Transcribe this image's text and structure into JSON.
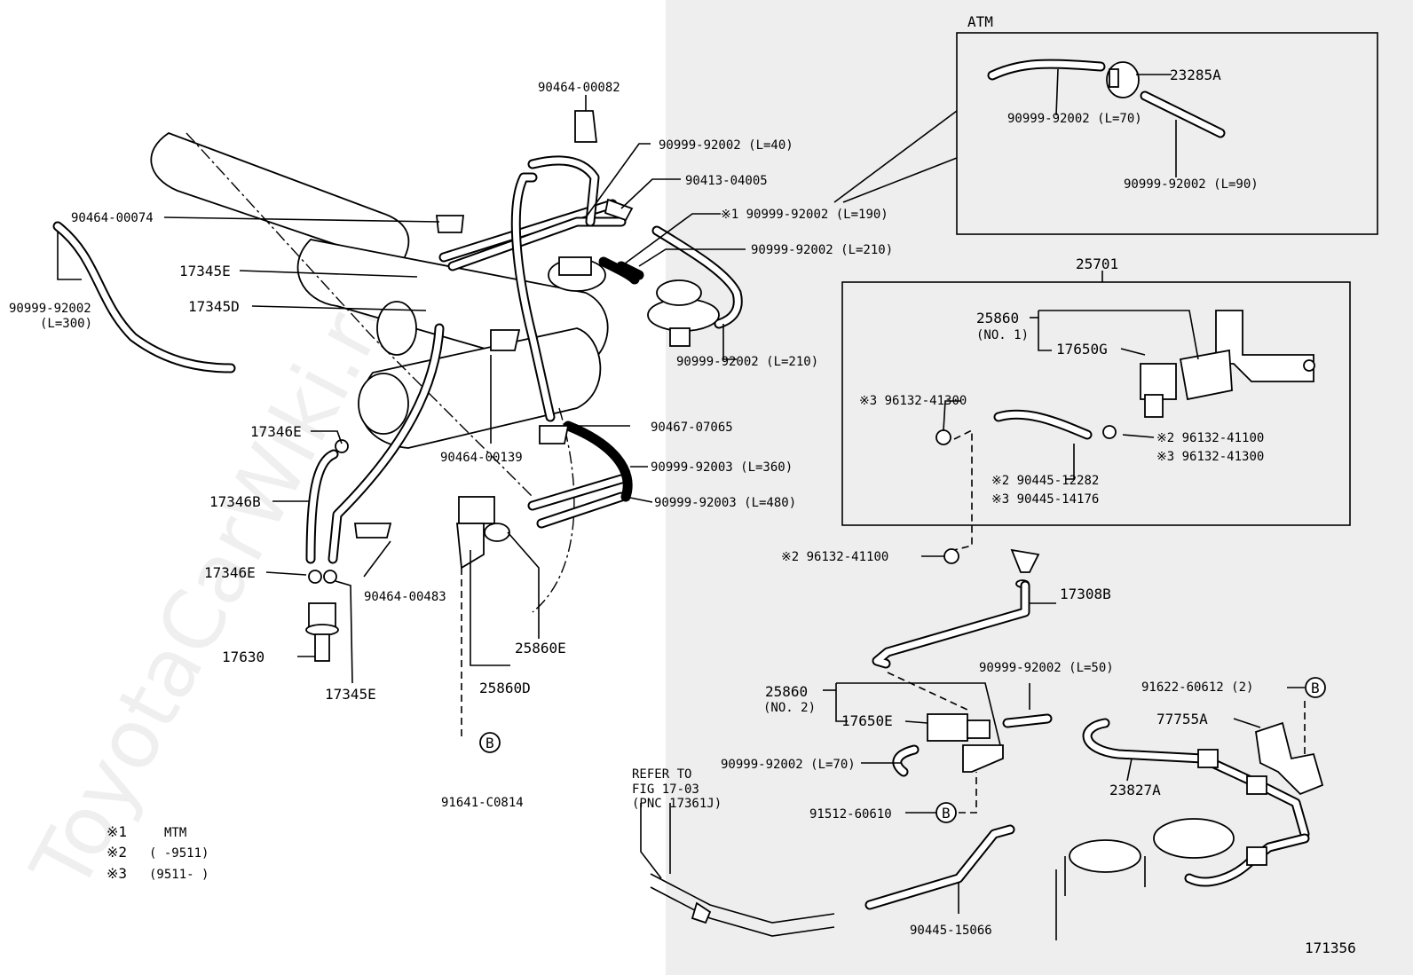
{
  "watermark": "ToyotaCarWiki.ru",
  "diagram_id": "171356",
  "atm_box": {
    "title": "ATM",
    "labels": [
      "23285A",
      "90999-92002 (L=70)",
      "90999-92002 (L=90)"
    ]
  },
  "assy_box": {
    "title": "25701",
    "labels": {
      "p25860": "25860",
      "no1": "(NO. 1)",
      "p17650g": "17650G",
      "c3_96132_41300_a": "※3 96132-41300",
      "c2_96132_41100": "※2 96132-41100",
      "c3_96132_41300_b": "※3 96132-41300",
      "c2_90445_12282": "※2 90445-12282",
      "c3_90445_14176": "※3 90445-14176"
    }
  },
  "labels": {
    "p90464_00082": "90464-00082",
    "p90999_l40": "90999-92002 (L=40)",
    "p90413": "90413-04005",
    "p90999_l190": "※1 90999-92002 (L=190)",
    "p90999_l210a": "90999-92002 (L=210)",
    "p90999_l210b": "90999-92002 (L=210)",
    "p90464_00074": "90464-00074",
    "p90999_l300a": "90999-92002",
    "p90999_l300b": "(L=300)",
    "p17345e_top": "17345E",
    "p17345d": "17345D",
    "p17346e_a": "17346E",
    "p90464_00139": "90464-00139",
    "p90467": "90467-07065",
    "p90999_l360": "90999-92003 (L=360)",
    "p90999_l480": "90999-92003 (L=480)",
    "p17346b": "17346B",
    "p17346e_b": "17346E",
    "p90464_00483": "90464-00483",
    "p17630": "17630",
    "p17345e_bot": "17345E",
    "p25860e": "25860E",
    "p25860d": "25860D",
    "p91641": "91641-C0814",
    "b_left": "B",
    "c2_96132_41100_out": "※2 96132-41100",
    "p17308b": "17308B",
    "p90999_l50": "90999-92002 (L=50)",
    "p25860_no2_a": "25860",
    "p25860_no2_b": "(NO. 2)",
    "p17650e": "17650E",
    "p90999_l70": "90999-92002 (L=70)",
    "p91512": "91512-60610",
    "b_mid": "B",
    "p91622": "91622-60612 (2)",
    "b_right": "B",
    "p77755a": "77755A",
    "p23827a": "23827A",
    "refer1": "REFER TO",
    "refer2": "FIG 17-03",
    "refer3": "(PNC 17361J)",
    "p90445_15066": "90445-15066"
  },
  "notes": [
    {
      "mark": "※1",
      "text": "MTM"
    },
    {
      "mark": "※2",
      "text": "(      -9511)"
    },
    {
      "mark": "※3",
      "text": "(9511-      )"
    }
  ]
}
